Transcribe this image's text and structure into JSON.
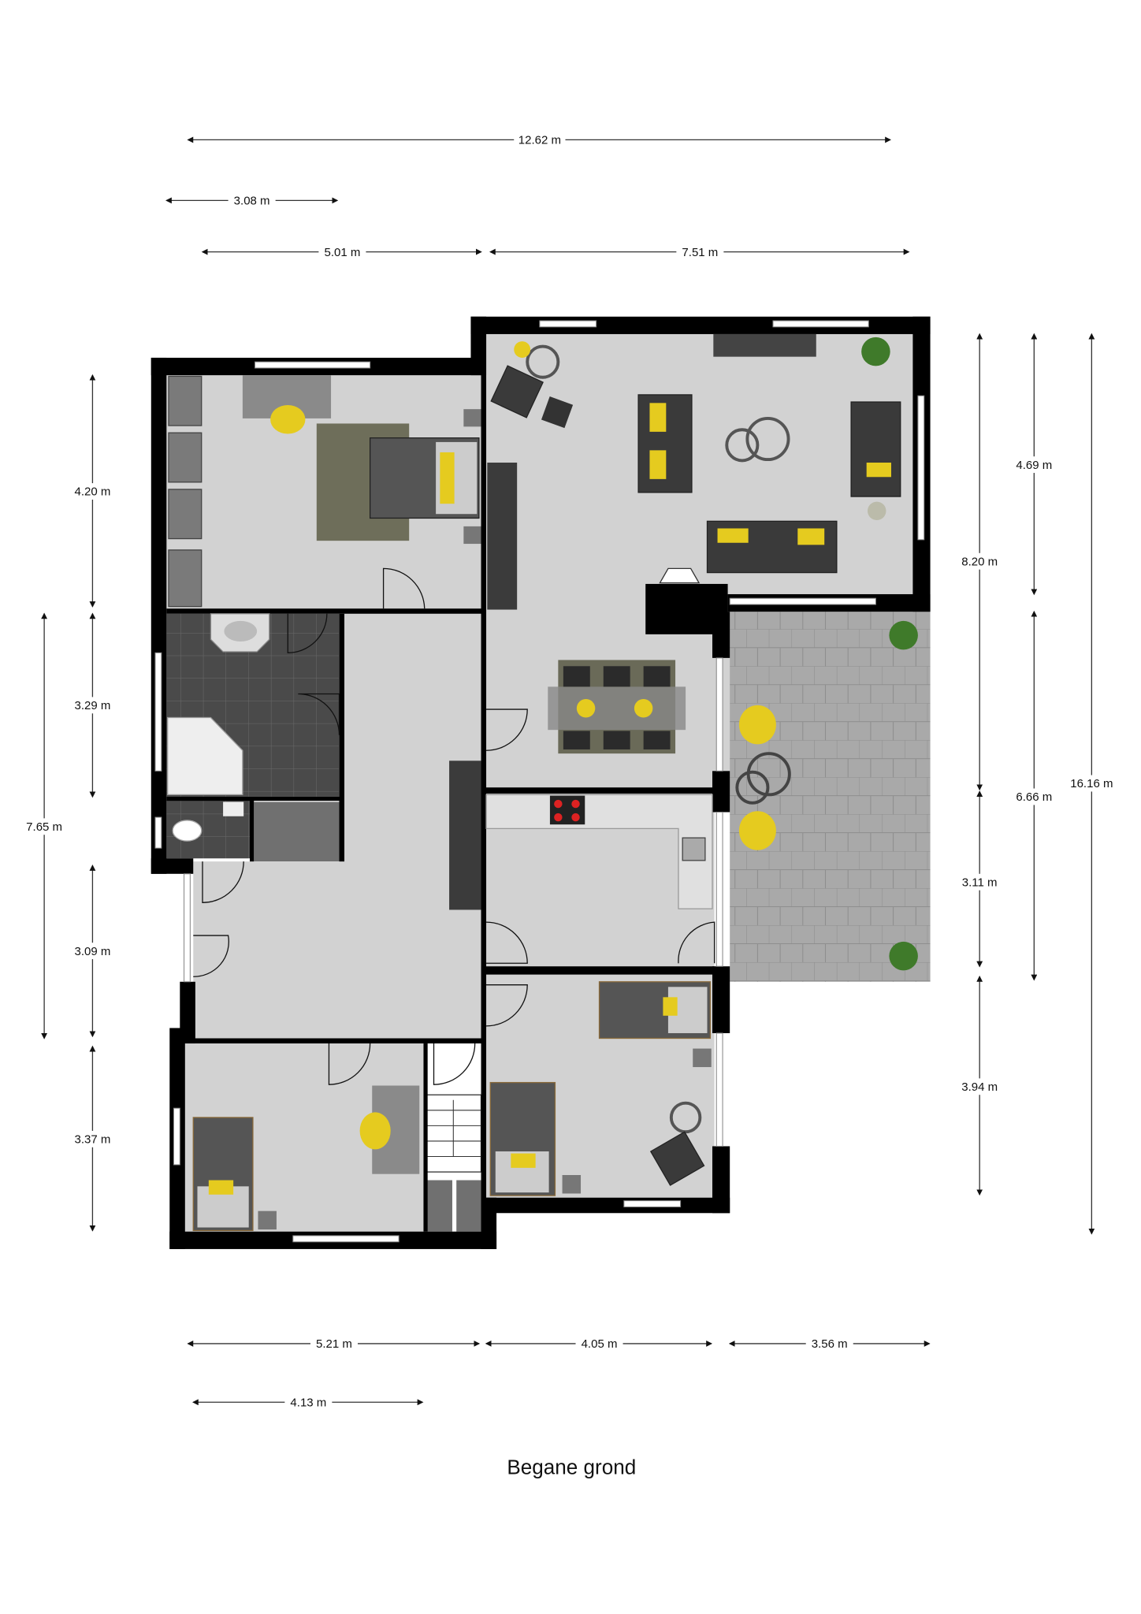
{
  "title": "Begane grond",
  "dimensions": {
    "top_total": "12.62 m",
    "top_short": "3.08 m",
    "top_left": "5.01 m",
    "top_right": "7.51 m",
    "bottom_left": "5.21 m",
    "bottom_mid": "4.05 m",
    "bottom_right": "3.56 m",
    "bottom_short": "4.13 m",
    "left_1": "4.20 m",
    "left_2": "3.29 m",
    "left_3": "3.09 m",
    "left_4": "3.37 m",
    "left_total": "7.65 m",
    "right_1": "8.20 m",
    "right_2": "3.11 m",
    "right_3": "3.94 m",
    "right_4": "4.69 m",
    "right_5": "6.66 m",
    "right_total": "16.16 m"
  },
  "colors": {
    "wall": "#000000",
    "floor": "#d2d2d2",
    "accent": "#e5cb1f",
    "tile": "#5a5a5a",
    "terrace": "#a9a9a9"
  }
}
